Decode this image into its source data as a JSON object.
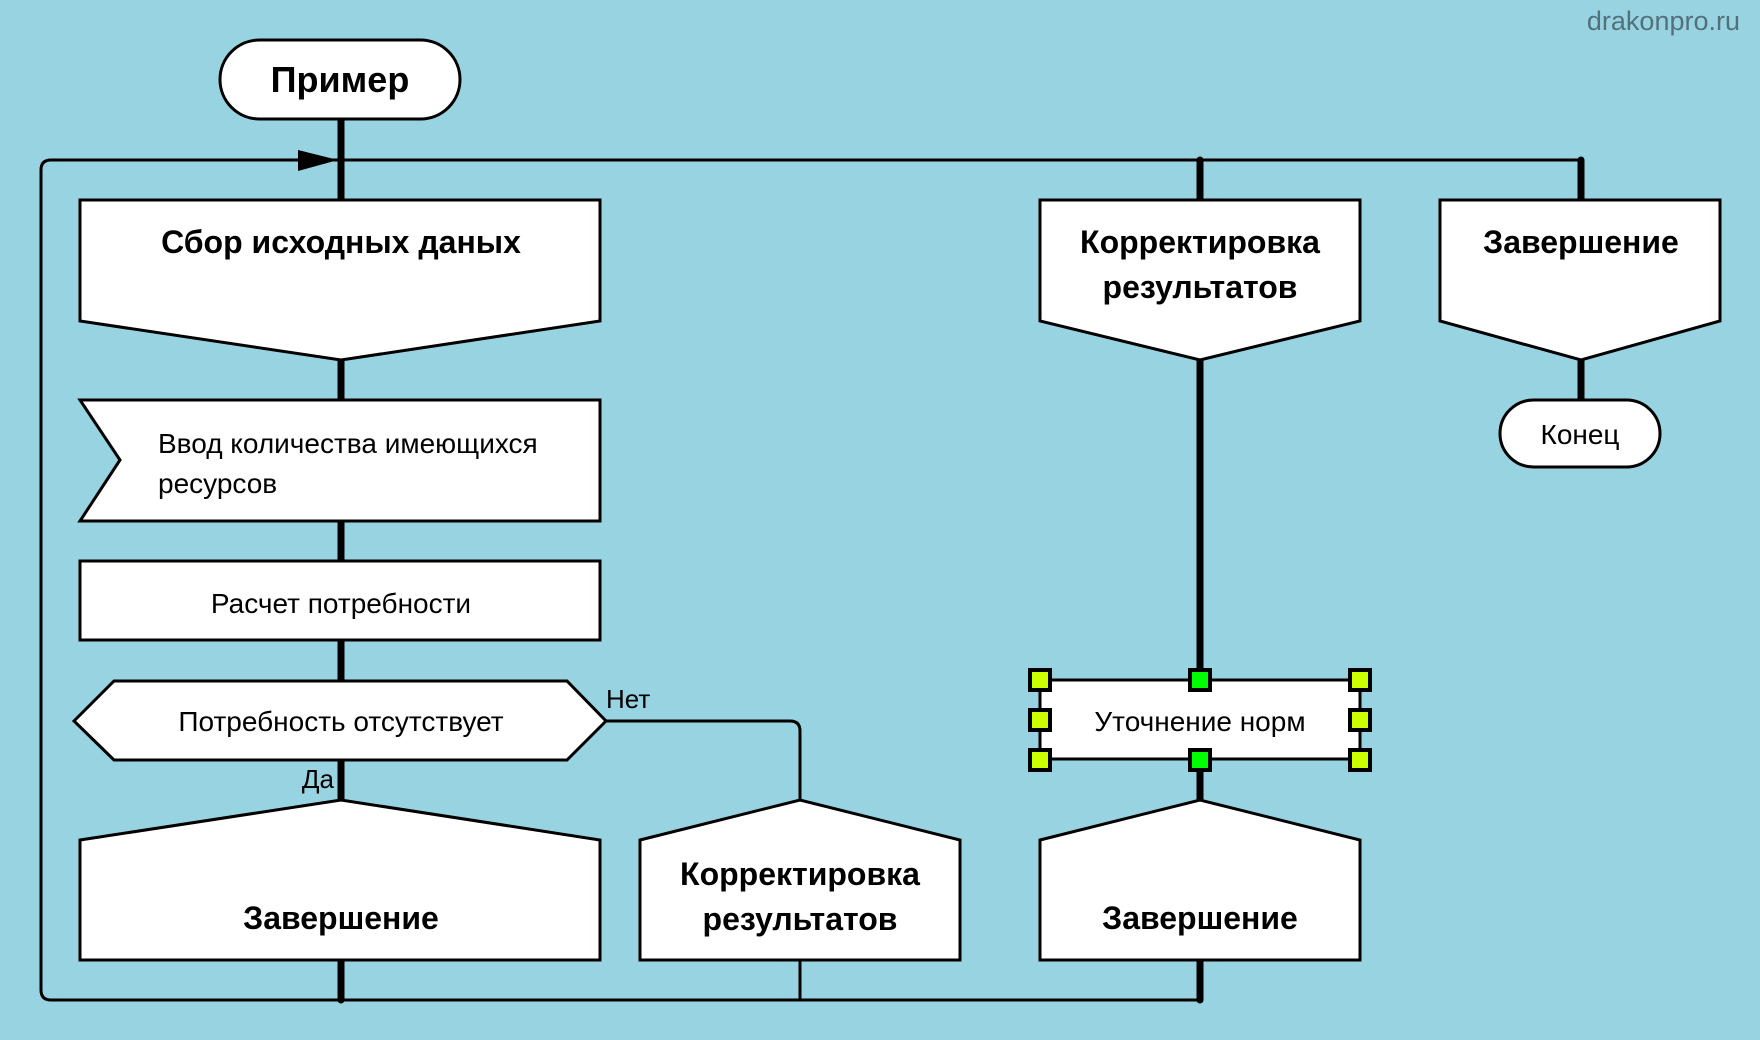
{
  "watermark": "drakonpro.ru",
  "diagram": {
    "title": "Пример",
    "colors": {
      "background": "#98d3e1",
      "icon_fill": "#ffffff",
      "handle_corner": "#ccff00",
      "handle_connector": "#00ff00"
    },
    "branches": [
      {
        "name": "Сбор исходных даных",
        "items": [
          {
            "type": "input",
            "text_line1": "Ввод количества имеющихся",
            "text_line2": "ресурсов"
          },
          {
            "type": "action",
            "text": "Расчет потребности"
          },
          {
            "type": "question",
            "text": "Потребность отсутствует",
            "yes_label": "Да",
            "no_label": "Нет"
          }
        ],
        "addresses": [
          {
            "text": "Завершение"
          },
          {
            "text_line1": "Корректировка",
            "text_line2": "результатов"
          }
        ]
      },
      {
        "name_line1": "Корректировка",
        "name_line2": "результатов",
        "items": [
          {
            "type": "action",
            "text": "Уточнение норм",
            "selected": true
          }
        ],
        "address": {
          "text": "Завершение"
        }
      },
      {
        "name": "Завершение",
        "end": {
          "text": "Конец"
        }
      }
    ]
  }
}
